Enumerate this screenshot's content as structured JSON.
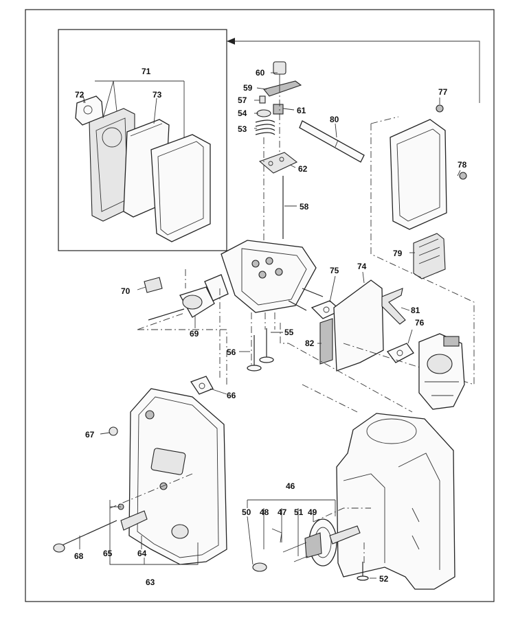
{
  "diagram": {
    "part_numbers": [
      "46",
      "47",
      "48",
      "49",
      "50",
      "51",
      "52",
      "53",
      "54",
      "55",
      "56",
      "57",
      "58",
      "59",
      "60",
      "61",
      "62",
      "63",
      "64",
      "65",
      "66",
      "67",
      "68",
      "69",
      "70",
      "71",
      "72",
      "73",
      "74",
      "75",
      "76",
      "77",
      "78",
      "79",
      "80",
      "81",
      "82"
    ],
    "colors": {
      "line": "#222222",
      "paper": "#ffffff",
      "shade": "#bdbdbd"
    }
  }
}
